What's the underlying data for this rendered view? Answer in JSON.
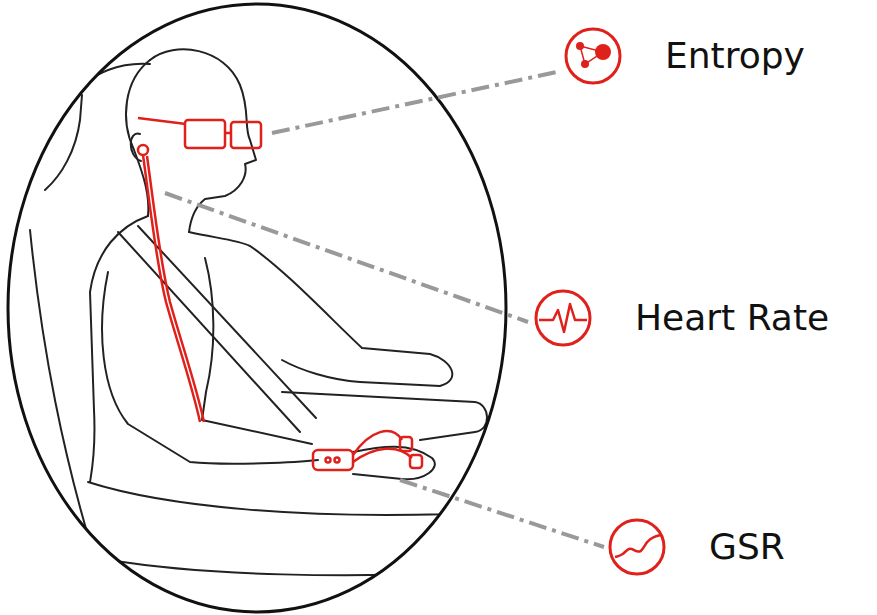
{
  "diagram": {
    "nodes": [
      {
        "text": [
          "Entropy"
        ]
      },
      {
        "text": [
          "Heart Rate"
        ]
      },
      {
        "text": [
          "GSR"
        ]
      }
    ]
  }
}
